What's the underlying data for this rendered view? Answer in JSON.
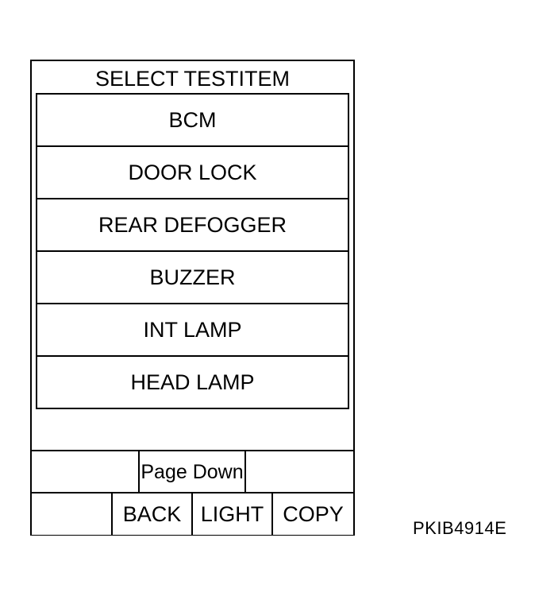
{
  "screen": {
    "title": "SELECT TESTITEM",
    "items": [
      {
        "label": "BCM"
      },
      {
        "label": "DOOR LOCK"
      },
      {
        "label": "REAR DEFOGGER"
      },
      {
        "label": "BUZZER"
      },
      {
        "label": "INT LAMP"
      },
      {
        "label": "HEAD LAMP"
      }
    ]
  },
  "buttons": {
    "page_down": "Page Down",
    "back": "BACK",
    "light": "LIGHT",
    "copy": "COPY"
  },
  "figure_id": "PKIB4914E"
}
